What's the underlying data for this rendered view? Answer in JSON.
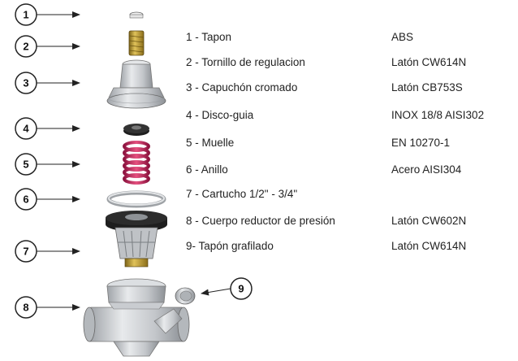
{
  "callouts": [
    "1",
    "2",
    "3",
    "4",
    "5",
    "6",
    "7",
    "8",
    "9"
  ],
  "parts": [
    {
      "label": "1 - Tapon",
      "material": "ABS"
    },
    {
      "label": "2 - Tornillo de regulacion",
      "material": "Latón CW614N"
    },
    {
      "label": "3 - Capuchón cromado",
      "material": "Latón CB753S"
    },
    {
      "label": "4 - Disco-guia",
      "material": "INOX 18/8  AISI302"
    },
    {
      "label": "5 - Muelle",
      "material": "EN 10270-1"
    },
    {
      "label": "6 - Anillo",
      "material": "Acero AISI304"
    },
    {
      "label": "7 - Cartucho 1/2\" - 3/4\"",
      "material": ""
    },
    {
      "label": "8 - Cuerpo reductor de presión",
      "material": "Latón CW602N"
    },
    {
      "label": "9- Tapón grafilado",
      "material": "Latón CW614N"
    }
  ],
  "colors": {
    "outline": "#222222",
    "chrome": "#c9ccd0",
    "brass": "#b8962e",
    "spring": "#c8245a",
    "rubber": "#1e1e1e"
  }
}
